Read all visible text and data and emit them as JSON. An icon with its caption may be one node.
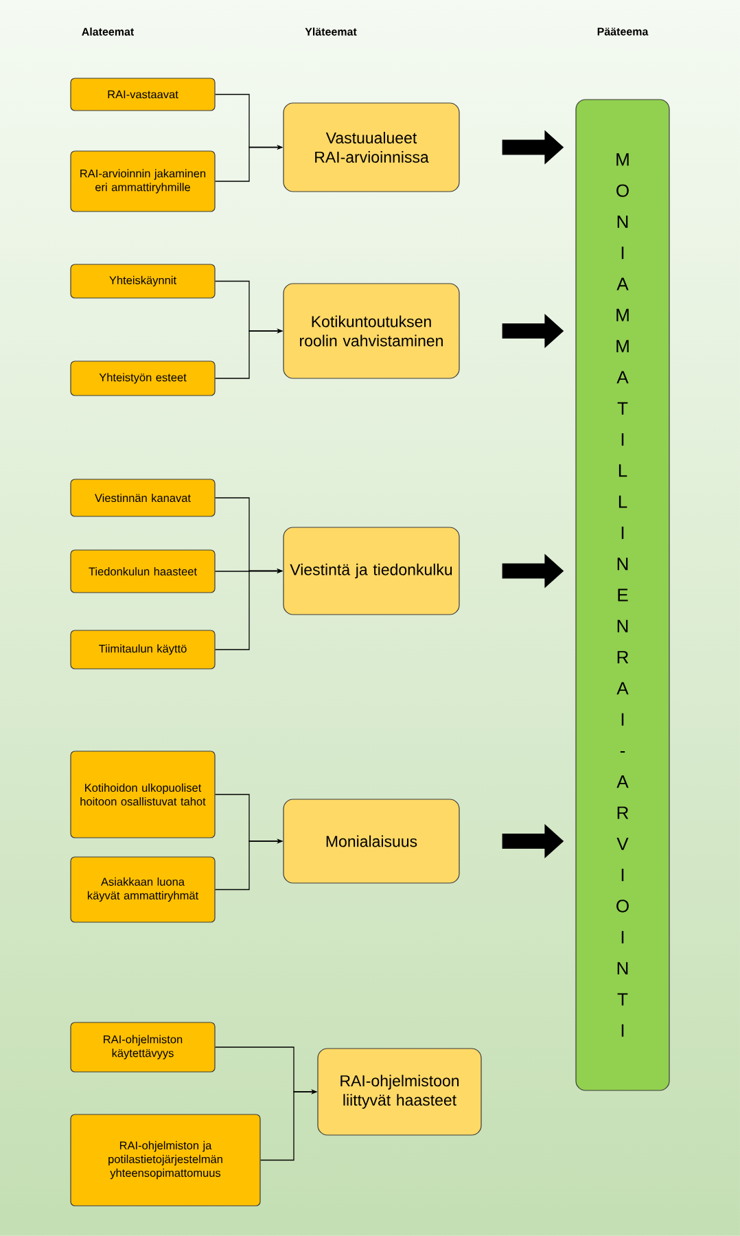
{
  "diagram": {
    "nodes": [
      {
        "text": [
          "RAI-vastaavat"
        ]
      },
      {
        "text": [
          "RAI-arvioinnin jakaminen eri ammattiryhmille"
        ]
      },
      {
        "text": [
          "Vastuualueet RAI-arvioinnissa"
        ]
      },
      {
        "text": [
          "Yhteiskäynnit"
        ]
      },
      {
        "text": [
          "Yhteistyön esteet"
        ]
      },
      {
        "text": [
          "Kotikuntoutuksen roolin vahvistaminen"
        ]
      },
      {
        "text": [
          "Viestinnän kanavat"
        ]
      },
      {
        "text": [
          "Tiedonkulun haasteet"
        ]
      },
      {
        "text": [
          "Tiimitaulun käyttö"
        ]
      },
      {
        "text": [
          "Viestintä ja tiedonkulku"
        ]
      },
      {
        "text": [
          "Kotihoidon ulkopuoliset hoitoon osallistuvat tahot"
        ]
      },
      {
        "text": [
          "Asiakkaan luona käyvät ammattiryhmät"
        ]
      },
      {
        "text": [
          "Monialaisuus"
        ]
      },
      {
        "text": [
          "RAI-ohjelmiston käytettävyys"
        ]
      },
      {
        "text": [
          "RAI-ohjelmiston ja potilastietojärjestelmän yhteensopimattomuus"
        ]
      },
      {
        "text": [
          "RAI-ohjelmistoon liittyvät haasteet"
        ]
      },
      {
        "text": [
          "MONIAMMATILLINEN RAI-ARVIOINTI"
        ]
      }
    ],
    "edges": [
      {
        "from": 0,
        "to": 2,
        "arrow": "to"
      },
      {
        "from": 1,
        "to": 2,
        "arrow": "to"
      },
      {
        "from": 3,
        "to": 5,
        "arrow": "to"
      },
      {
        "from": 4,
        "to": 5,
        "arrow": "to"
      },
      {
        "from": 6,
        "to": 9,
        "arrow": "to"
      },
      {
        "from": 7,
        "to": 9,
        "arrow": "to"
      },
      {
        "from": 8,
        "to": 9,
        "arrow": "to"
      },
      {
        "from": 10,
        "to": 12,
        "arrow": "to"
      },
      {
        "from": 11,
        "to": 12,
        "arrow": "to"
      },
      {
        "from": 13,
        "to": 15,
        "arrow": "to"
      },
      {
        "from": 14,
        "to": 15,
        "arrow": "to"
      },
      {
        "from": 2,
        "to": 16,
        "arrow": "to",
        "style": "thick"
      },
      {
        "from": 5,
        "to": 16,
        "arrow": "to",
        "style": "thick"
      },
      {
        "from": 9,
        "to": 16,
        "arrow": "to",
        "style": "thick"
      },
      {
        "from": 12,
        "to": 16,
        "arrow": "to",
        "style": "thick"
      }
    ],
    "labels": [
      "Alateemat",
      "Yläteemat",
      "Pääteema"
    ]
  }
}
